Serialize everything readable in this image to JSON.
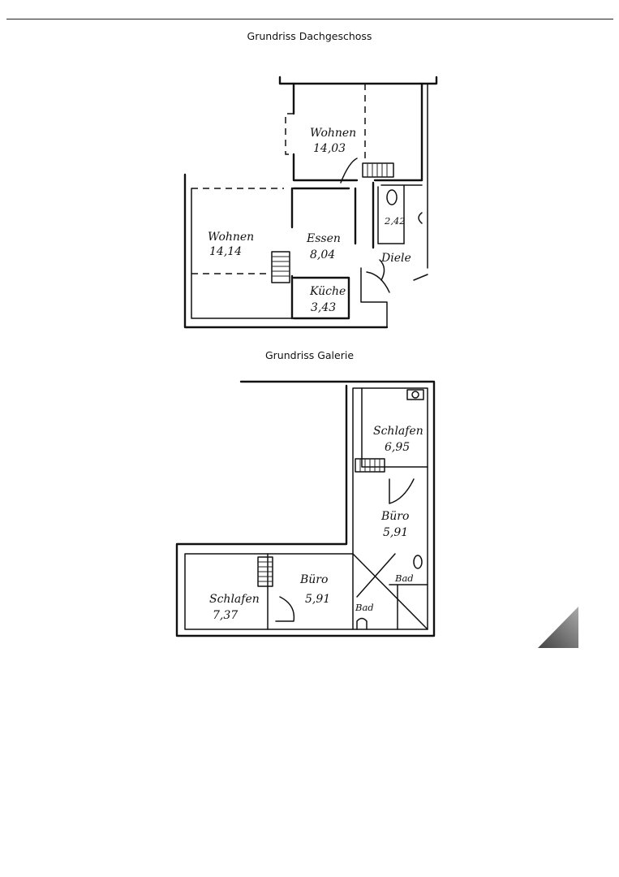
{
  "titles": {
    "dachgeschoss": "Grundriss Dachgeschoss",
    "galerie": "Grundriss Galerie"
  },
  "dachgeschoss": {
    "rooms": [
      {
        "name": "Wohnen",
        "area": "14,03"
      },
      {
        "name": "Wohnen",
        "area": "14,14"
      },
      {
        "name": "Essen",
        "area": "8,04"
      },
      {
        "name": "Küche",
        "area": "3,43"
      },
      {
        "area": "2,42"
      },
      {
        "name": "Diele"
      }
    ]
  },
  "galerie": {
    "rooms": [
      {
        "name": "Schlafen",
        "area": "6,95"
      },
      {
        "name": "Büro",
        "area": "5,91"
      },
      {
        "name": "Büro",
        "area": "5,91"
      },
      {
        "name": "Schlafen",
        "area": "7,37"
      },
      {
        "name": "Bad"
      },
      {
        "name": "Bad"
      }
    ]
  }
}
